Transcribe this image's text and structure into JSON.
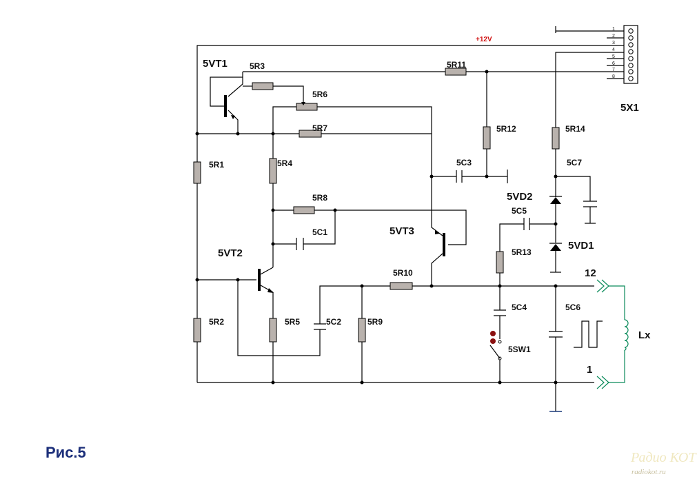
{
  "figure_caption": "Рис.5",
  "supply_label": "+12V",
  "connector": {
    "label": "5X1",
    "pins": [
      "1",
      "2",
      "3",
      "4",
      "5",
      "6",
      "7",
      "8"
    ]
  },
  "components": {
    "transistors": [
      "5VT1",
      "5VT2",
      "5VT3"
    ],
    "resistors": [
      "5R1",
      "5R2",
      "5R3",
      "5R4",
      "5R5",
      "5R6",
      "5R7",
      "5R8",
      "5R9",
      "5R10",
      "5R11",
      "5R12",
      "5R13",
      "5R14"
    ],
    "capacitors": [
      "5C1",
      "5C2",
      "5C3",
      "5C4",
      "5C5",
      "5C6",
      "5C7"
    ],
    "diodes": [
      "5VD1",
      "5VD2"
    ],
    "switch": "5SW1",
    "inductor": "Lx"
  },
  "terminals": {
    "top": "12",
    "bottom": "1"
  },
  "watermark": {
    "logo": "Радио КОТ",
    "site": "radiokot.ru"
  }
}
